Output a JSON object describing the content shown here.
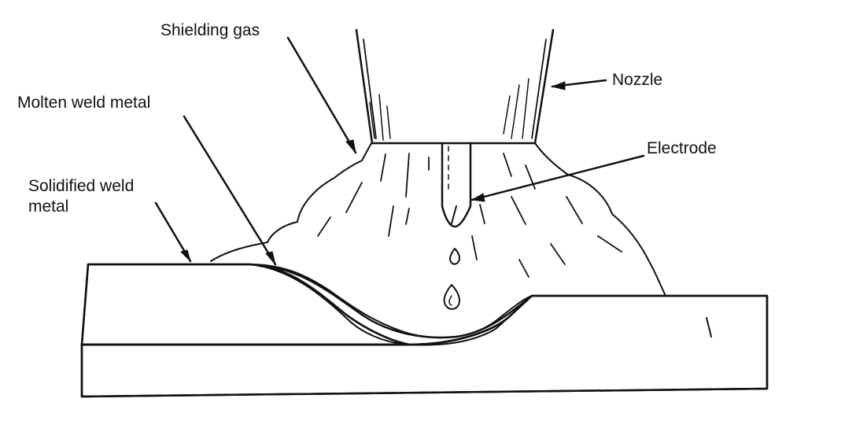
{
  "labels": {
    "shielding_gas": "Shielding gas",
    "nozzle": "Nozzle",
    "molten_weld_metal": "Molten weld metal",
    "electrode": "Electrode",
    "solidified_weld_metal_line1": "Solidified weld",
    "solidified_weld_metal_line2": "metal"
  },
  "colors": {
    "ink": "#111111",
    "background": "#ffffff"
  }
}
